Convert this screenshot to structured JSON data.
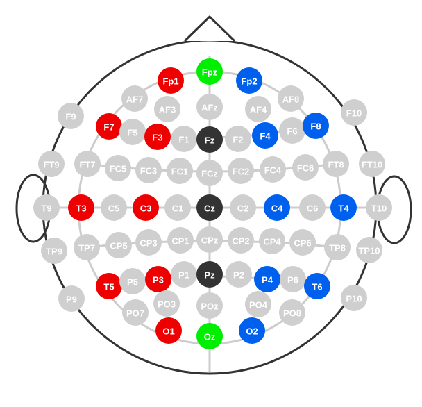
{
  "colors": {
    "inactive": "#cfcfcf",
    "left": "#ee0000",
    "right": "#0060ee",
    "midline-reference": "#00ee00",
    "midline-active": "#333333",
    "grid": "#cccccc",
    "outline": "#333333"
  },
  "electrodes": [
    {
      "id": "Fpz",
      "group": "midline-reference"
    },
    {
      "id": "Fp1",
      "group": "left"
    },
    {
      "id": "Fp2",
      "group": "right"
    },
    {
      "id": "AF7",
      "group": "inactive"
    },
    {
      "id": "AF8",
      "group": "inactive"
    },
    {
      "id": "AF3",
      "group": "inactive"
    },
    {
      "id": "AFz",
      "group": "inactive"
    },
    {
      "id": "AF4",
      "group": "inactive"
    },
    {
      "id": "F9",
      "group": "inactive"
    },
    {
      "id": "F7",
      "group": "left"
    },
    {
      "id": "F5",
      "group": "inactive"
    },
    {
      "id": "F3",
      "group": "left"
    },
    {
      "id": "F1",
      "group": "inactive"
    },
    {
      "id": "Fz",
      "group": "midline-active"
    },
    {
      "id": "F2",
      "group": "inactive"
    },
    {
      "id": "F4",
      "group": "right"
    },
    {
      "id": "F6",
      "group": "inactive"
    },
    {
      "id": "F8",
      "group": "right"
    },
    {
      "id": "F10",
      "group": "inactive"
    },
    {
      "id": "FT9",
      "group": "inactive"
    },
    {
      "id": "FT7",
      "group": "inactive"
    },
    {
      "id": "FC5",
      "group": "inactive"
    },
    {
      "id": "FC3",
      "group": "inactive"
    },
    {
      "id": "FC1",
      "group": "inactive"
    },
    {
      "id": "FCz",
      "group": "inactive"
    },
    {
      "id": "FC2",
      "group": "inactive"
    },
    {
      "id": "FC4",
      "group": "inactive"
    },
    {
      "id": "FC6",
      "group": "inactive"
    },
    {
      "id": "FT8",
      "group": "inactive"
    },
    {
      "id": "FT10",
      "group": "inactive"
    },
    {
      "id": "T9",
      "group": "inactive"
    },
    {
      "id": "T3",
      "group": "left"
    },
    {
      "id": "C5",
      "group": "inactive"
    },
    {
      "id": "C3",
      "group": "left"
    },
    {
      "id": "C1",
      "group": "inactive"
    },
    {
      "id": "Cz",
      "group": "midline-active"
    },
    {
      "id": "C2",
      "group": "inactive"
    },
    {
      "id": "C4",
      "group": "right"
    },
    {
      "id": "C6",
      "group": "inactive"
    },
    {
      "id": "T4",
      "group": "right"
    },
    {
      "id": "T10",
      "group": "inactive"
    },
    {
      "id": "TP9",
      "group": "inactive"
    },
    {
      "id": "TP7",
      "group": "inactive"
    },
    {
      "id": "CP5",
      "group": "inactive"
    },
    {
      "id": "CP3",
      "group": "inactive"
    },
    {
      "id": "CP1",
      "group": "inactive"
    },
    {
      "id": "CPz",
      "group": "inactive"
    },
    {
      "id": "CP2",
      "group": "inactive"
    },
    {
      "id": "CP4",
      "group": "inactive"
    },
    {
      "id": "CP6",
      "group": "inactive"
    },
    {
      "id": "TP8",
      "group": "inactive"
    },
    {
      "id": "TP10",
      "group": "inactive"
    },
    {
      "id": "P9",
      "group": "inactive"
    },
    {
      "id": "T5",
      "group": "left"
    },
    {
      "id": "P5",
      "group": "inactive"
    },
    {
      "id": "P3",
      "group": "left"
    },
    {
      "id": "P1",
      "group": "inactive"
    },
    {
      "id": "Pz",
      "group": "midline-active"
    },
    {
      "id": "P2",
      "group": "inactive"
    },
    {
      "id": "P4",
      "group": "right"
    },
    {
      "id": "P6",
      "group": "inactive"
    },
    {
      "id": "T6",
      "group": "right"
    },
    {
      "id": "P10",
      "group": "inactive"
    },
    {
      "id": "PO7",
      "group": "inactive"
    },
    {
      "id": "PO3",
      "group": "inactive"
    },
    {
      "id": "POz",
      "group": "inactive"
    },
    {
      "id": "PO4",
      "group": "inactive"
    },
    {
      "id": "PO8",
      "group": "inactive"
    },
    {
      "id": "O1",
      "group": "left"
    },
    {
      "id": "Oz",
      "group": "midline-reference"
    },
    {
      "id": "O2",
      "group": "right"
    }
  ]
}
